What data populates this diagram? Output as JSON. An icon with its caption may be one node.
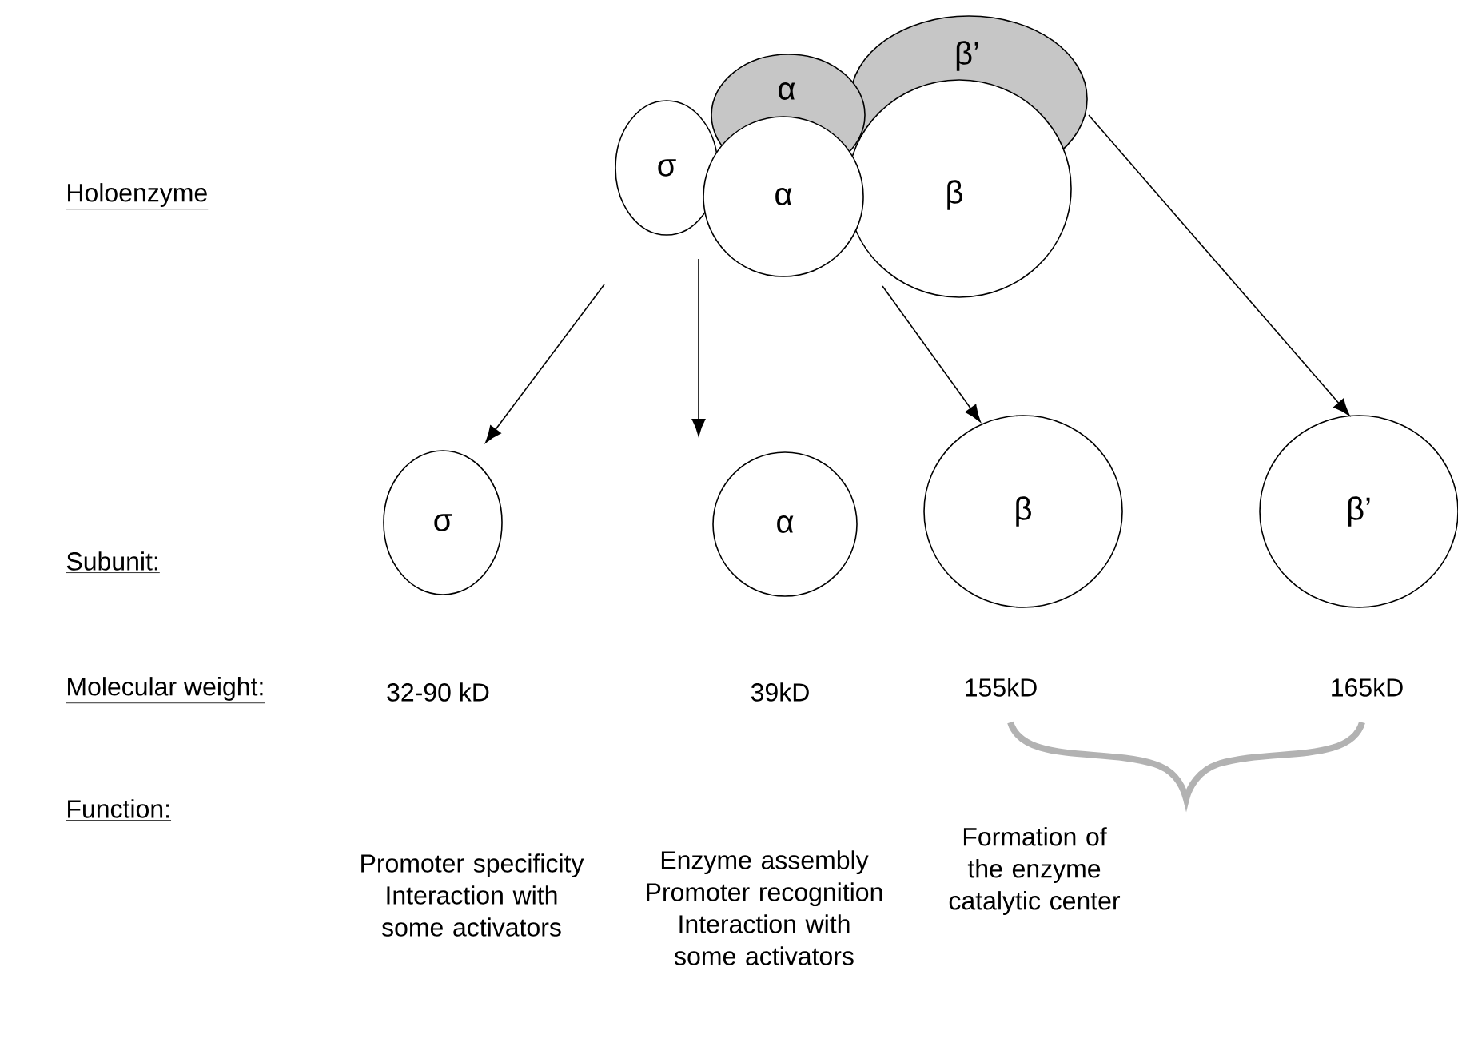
{
  "diagram": {
    "nodes": [
      {
        "text": [
          "σ"
        ]
      },
      {
        "text": [
          "α"
        ]
      },
      {
        "text": [
          "α"
        ]
      },
      {
        "text": [
          "β"
        ]
      },
      {
        "text": [
          "β’"
        ]
      },
      {
        "text": [
          "σ"
        ]
      },
      {
        "text": [
          "α"
        ]
      },
      {
        "text": [
          "β"
        ]
      },
      {
        "text": [
          "β’"
        ]
      }
    ],
    "edges": [
      {
        "from": 0,
        "to": 5,
        "arrow": "to"
      },
      {
        "from": 2,
        "to": 6,
        "arrow": "to"
      },
      {
        "from": 3,
        "to": 7,
        "arrow": "to"
      },
      {
        "from": 4,
        "to": 8,
        "arrow": "to"
      }
    ],
    "labels": [
      "Holoenzyme",
      "Subunit:",
      "Molecular weight:",
      "32-90 kD",
      "39kD",
      "155kD",
      "165kD",
      "Function:",
      "Promoter specificity Interaction with some activators",
      "Enzyme assembly Promoter recognition Interaction with some activators",
      "Formation of the enzyme catalytic center"
    ]
  }
}
